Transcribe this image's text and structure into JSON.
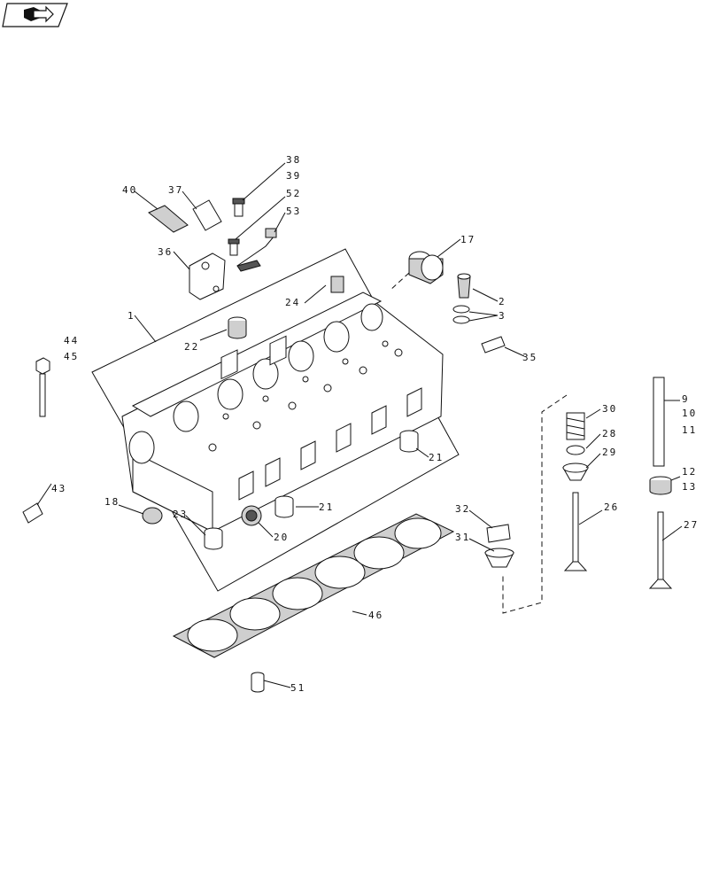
{
  "toolbar": {
    "nav_icon": "book-arrow-icon"
  },
  "callouts": {
    "c1": "1",
    "c2": "2",
    "c3": "3",
    "c9": "9",
    "c10": "10",
    "c11": "11",
    "c12": "12",
    "c13": "13",
    "c17": "17",
    "c18": "18",
    "c20": "20",
    "c21a": "21",
    "c21b": "21",
    "c22": "22",
    "c23": "23",
    "c24": "24",
    "c26": "26",
    "c27": "27",
    "c28": "28",
    "c29": "29",
    "c30": "30",
    "c31": "31",
    "c32": "32",
    "c35": "35",
    "c36": "36",
    "c37": "37",
    "c38": "38",
    "c39": "39",
    "c40": "40",
    "c43": "43",
    "c44": "44",
    "c45": "45",
    "c46": "46",
    "c51": "51",
    "c52": "52",
    "c53": "53"
  }
}
